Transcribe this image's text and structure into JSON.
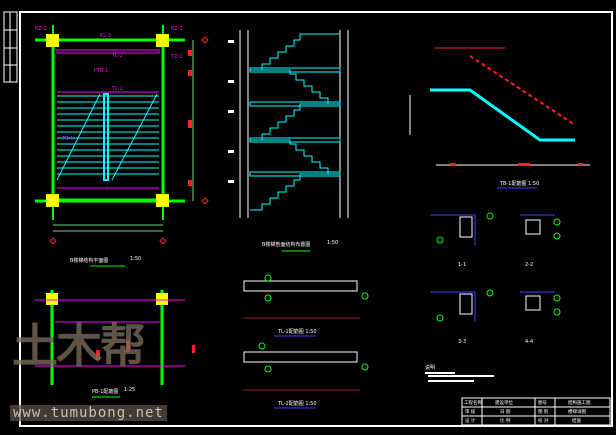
{
  "drawing": {
    "plan_title": "B楼梯结构平面图",
    "plan_scale": "1:50",
    "section_title": "B楼梯剖面结构布置图",
    "section_scale": "1:50",
    "tb1_title": "TB-1配筋图 1:50",
    "tl1_title": "TL-1配筋图 1:50",
    "tl2_title": "TL-2配筋图 1:50",
    "pb1_title": "PB-1配筋图",
    "pb1_scale": "1:25",
    "sections": [
      "1-1",
      "2-2",
      "3-3",
      "4-4"
    ],
    "tags": {
      "kz1": "KZ-1",
      "kz2": "KZ-2",
      "tz1": "TZ-1",
      "kl3": "KL-3",
      "tl1": "TL-1",
      "tl2": "TL-2",
      "ptb1": "PTB-1",
      "tb1": "TB-1"
    },
    "notes_title": "说明",
    "title_block": {
      "h1": "工程名称",
      "h2": "建设单位",
      "h3": "图号",
      "h4": "结构施工图",
      "r1": "审 核",
      "r2": "设 计",
      "r3": "校 对",
      "c1": "日 期",
      "c2": "比 例",
      "c3": "图 别",
      "sheet": "楼梯详图",
      "code": "结施"
    }
  },
  "watermark": {
    "logo": "土木帮",
    "url": "www.tumubong.net"
  },
  "colors": {
    "green": "#00ff00",
    "cyan": "#00ffff",
    "magenta": "#ff00ff",
    "red": "#ff2020",
    "yellow": "#ffff00",
    "white": "#ffffff",
    "blue": "#4040ff"
  }
}
